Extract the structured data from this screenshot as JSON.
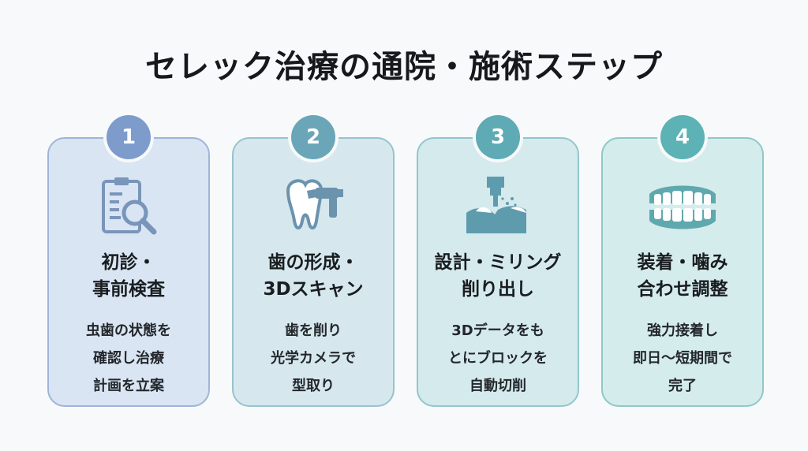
{
  "title": "セレック治療の通院・施術ステップ",
  "colors": {
    "card1": "#d9e5f3",
    "card2": "#d6e8ee",
    "card3": "#d5eaed",
    "card4": "#d5ecec",
    "badge1": "#7d9ccc",
    "badge2": "#6aa6b8",
    "badge3": "#5eaab5",
    "badge4": "#5cb2b4",
    "icon": "#6f98b0"
  },
  "steps": [
    {
      "number": "1",
      "icon": "clipboard-magnifier-icon",
      "heading": [
        "初診・",
        "事前検査"
      ],
      "description": [
        "虫歯の状態を",
        "確認し治療",
        "計画を立案"
      ]
    },
    {
      "number": "2",
      "icon": "tooth-scanner-icon",
      "heading": [
        "歯の形成・",
        "3Dスキャン"
      ],
      "description": [
        "歯を削り",
        "光学カメラで",
        "型取り"
      ]
    },
    {
      "number": "3",
      "icon": "milling-machine-icon",
      "heading": [
        "設計・ミリング",
        "削り出し"
      ],
      "description": [
        "3Dデータをも",
        "とにブロックを",
        "自動切削"
      ]
    },
    {
      "number": "4",
      "icon": "teeth-icon",
      "heading": [
        "装着・噛み",
        "合わせ調整"
      ],
      "description": [
        "強力接着し",
        "即日〜短期間で",
        "完了"
      ]
    }
  ]
}
